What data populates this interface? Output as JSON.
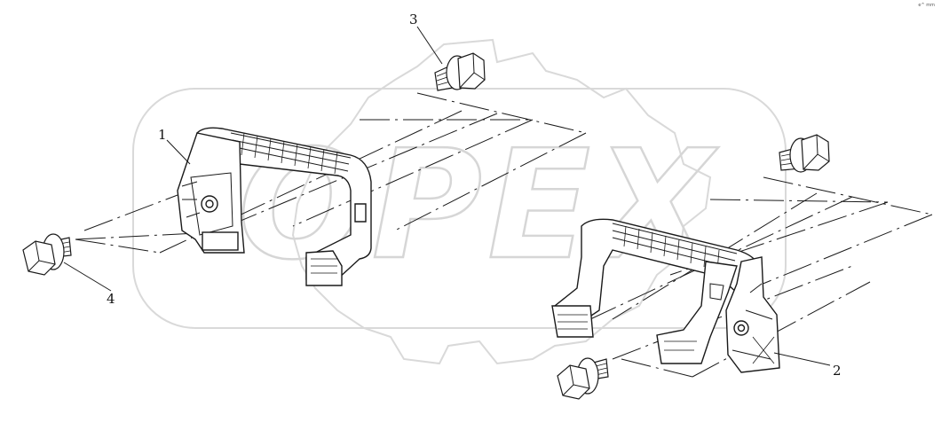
{
  "watermark": {
    "text": "OPEX",
    "color": "#d9d9d9"
  },
  "callouts": [
    {
      "id": "1",
      "label": "1"
    },
    {
      "id": "2",
      "label": "2"
    },
    {
      "id": "3",
      "label": "3"
    },
    {
      "id": "4",
      "label": "4"
    }
  ],
  "corner_mark": "e^ mm",
  "colors": {
    "line": "#1a1a1a",
    "part_fill": "#ffffff"
  }
}
